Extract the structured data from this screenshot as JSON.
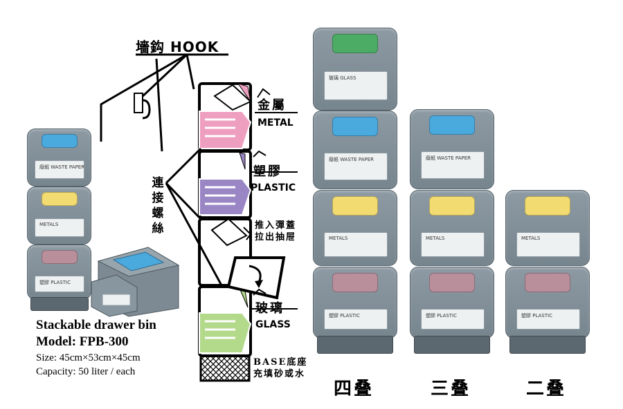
{
  "hook_label": {
    "cn": "墻鈎",
    "en": "HOOK"
  },
  "compartments": [
    {
      "cn": "金屬",
      "en": "METAL",
      "color": "#ee9fc0"
    },
    {
      "cn": "塑膠",
      "en": "PLASTIC",
      "color": "#9a86c4"
    },
    {
      "cn": "玻璃",
      "en": "GLASS",
      "color": "#b3d98b"
    }
  ],
  "connect_screws": "連接螺絲",
  "push_note": {
    "line1": "推入彈蓋",
    "line2": "拉出抽屉"
  },
  "base_note": {
    "line1": "BASE底座",
    "line2": "充填砂或水"
  },
  "product": {
    "title": "Stackable drawer bin",
    "model": "Model: FPB-300",
    "size": "Size: 45cm×53cm×45cm",
    "capacity": "Capacity: 50 liter / each"
  },
  "stack_labels": [
    "四叠",
    "三叠",
    "二叠"
  ],
  "module_labels": {
    "glass": "玻璃 GLASS",
    "paper": "廢紙 WASTE PAPER",
    "metal": "METALS",
    "plastic": "塑膠 PLASTIC"
  },
  "colors": {
    "green": "#4cab64",
    "blue": "#4aa9dd",
    "yellow": "#f2dc72",
    "pink": "#b98f9c",
    "bin": "#7f8c95"
  }
}
